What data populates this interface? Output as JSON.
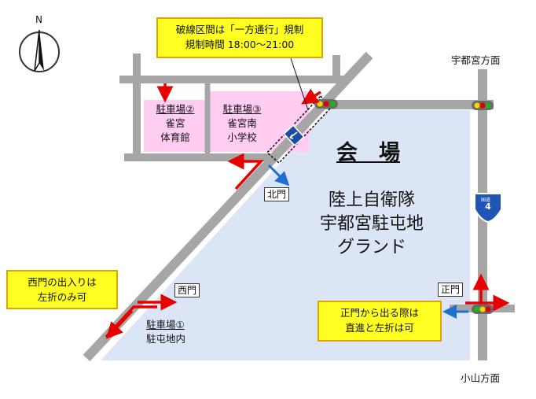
{
  "compass": {
    "north_label": "N"
  },
  "restriction_note": {
    "line1": "破線区間は「一方通行」規制",
    "line2": "規制時間 18:00～21:00"
  },
  "parking": [
    {
      "name": "駐車場②",
      "line2": "雀宮",
      "line3": "体育館"
    },
    {
      "name": "駐車場③",
      "line2": "雀宮南",
      "line3": "小学校"
    },
    {
      "name": "駐車場①",
      "line2": "駐屯地内"
    }
  ],
  "venue": {
    "title": "会　場",
    "line1": "陸上自衛隊",
    "line2": "宇都宮駐屯地",
    "line3": "グランド"
  },
  "gates": {
    "north": "北門",
    "west": "西門",
    "main": "正門"
  },
  "west_gate_note": {
    "line1": "西門の出入りは",
    "line2": "左折のみ可"
  },
  "main_gate_note": {
    "line1": "正門から出る際は",
    "line2": "直進と左折は可"
  },
  "directions": {
    "north": "宇都宮方面",
    "south": "小山方面"
  },
  "route_shield": {
    "number": "4",
    "top": "国道"
  },
  "colors": {
    "venue_fill": "#dbe5f5",
    "parking_fill": "#ffccf2",
    "road": "#a6a6a6",
    "arrow_red": "#e60000",
    "arrow_blue": "#1f6fd1",
    "note_fill": "#ffff22",
    "note_border": "#e0a400"
  }
}
